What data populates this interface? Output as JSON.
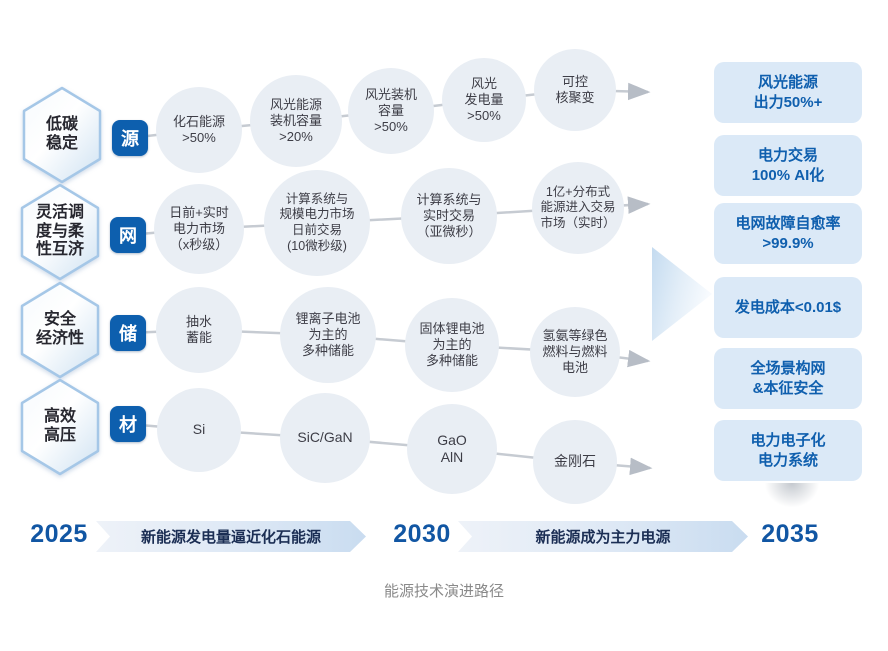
{
  "caption": "能源技术演进路径",
  "rows": [
    {
      "category": "低碳\n稳定",
      "badge": "源",
      "nodes": [
        "化石能源\n>50%",
        "风光能源\n装机容量\n>20%",
        "风光装机\n容量\n>50%",
        "风光\n发电量\n>50%",
        "可控\n核聚变"
      ]
    },
    {
      "category": "灵活调\n度与柔\n性互济",
      "badge": "网",
      "nodes": [
        "日前+实时\n电力市场\n（x秒级）",
        "计算系统与\n规模电力市场\n日前交易\n(10微秒级)",
        "计算系统与\n实时交易\n（亚微秒）",
        "1亿+分布式\n能源进入交易\n市场（实时）"
      ]
    },
    {
      "category": "安全\n经济性",
      "badge": "储",
      "nodes": [
        "抽水\n蓄能",
        "锂离子电池\n为主的\n多种储能",
        "固体锂电池\n为主的\n多种储能",
        "氢氨等绿色\n燃料与燃料\n电池"
      ]
    },
    {
      "category": "高效\n高压",
      "badge": "材",
      "nodes": [
        "Si",
        "SiC/GaN",
        "GaO\nAlN",
        "金刚石"
      ]
    }
  ],
  "milestones": [
    "风光能源\n出力50%+",
    "电力交易\n100% AI化",
    "电网故障自愈率\n>99.9%",
    "发电成本<0.01$",
    "全场景构网\n&本征安全",
    "电力电子化\n电力系统"
  ],
  "timeline": {
    "years": [
      "2025",
      "2030",
      "2035"
    ],
    "banners": [
      "新能源发电量逼近化石能源",
      "新能源成为主力电源"
    ]
  },
  "colors": {
    "badge_blue": "#0d5fae",
    "card_bg": "#dbe9f7",
    "card_text": "#0f5fae",
    "year_blue": "#1156a3",
    "node_bg": "#e9eef4",
    "connector_gray": "#c6cbd2",
    "banner_text": "#1b2e54"
  }
}
